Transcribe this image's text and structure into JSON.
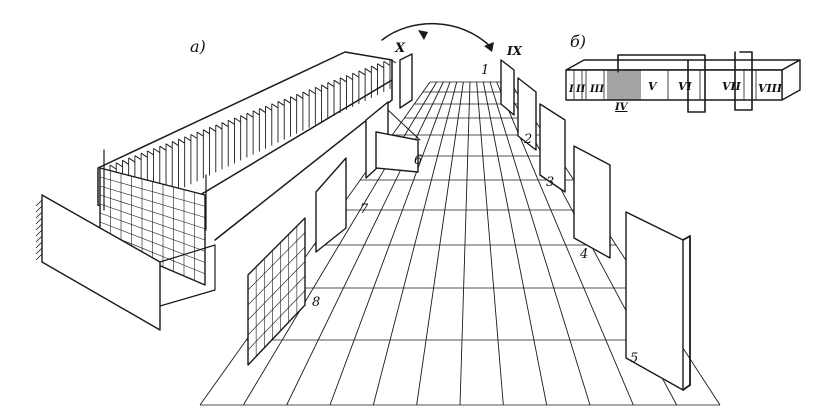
{
  "labels": {
    "part_a": "а)",
    "part_b": "б)",
    "n1": "1",
    "n2": "2",
    "n3": "3",
    "n4": "4",
    "n5": "5",
    "n6": "6",
    "n7": "7",
    "n8": "8",
    "rX": "X",
    "rIX": "IX",
    "rI": "I",
    "rII": "II",
    "rIII": "III",
    "rIV": "IV",
    "rV": "V",
    "rVI": "VI",
    "rVII": "VII",
    "rVIII": "VIII"
  },
  "colors": {
    "ink": "#1a1a1a",
    "paper": "#ffffff"
  }
}
